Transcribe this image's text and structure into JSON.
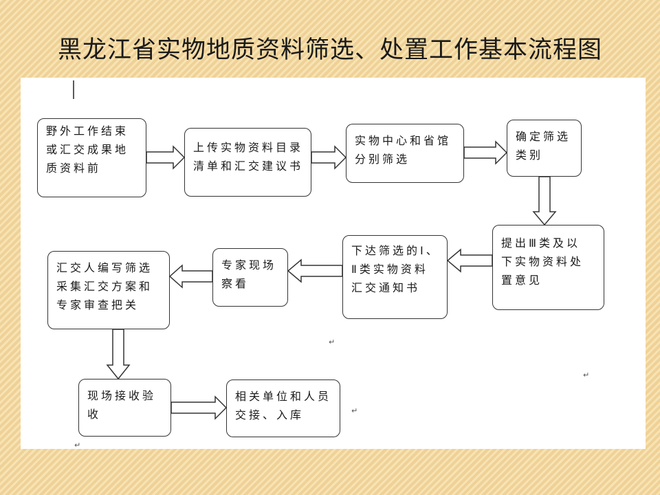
{
  "title": "黑龙江省实物地质资料筛选、处置工作基本流程图",
  "return_mark": "↵",
  "steps": [
    {
      "id": "s1",
      "lines": [
        "野外工作结束",
        "或汇交成果地",
        "质资料前"
      ]
    },
    {
      "id": "s2",
      "lines": [
        "上传实物资料目录",
        "清单和汇交建议书"
      ]
    },
    {
      "id": "s3",
      "lines": [
        "实物中心和省馆",
        "分别筛选"
      ]
    },
    {
      "id": "s4",
      "lines": [
        "确定筛选",
        "类别"
      ]
    },
    {
      "id": "s5",
      "lines": [
        "提出Ⅲ类及以",
        "下实物资料处",
        "置意见"
      ]
    },
    {
      "id": "s6",
      "lines": [
        "下达筛选的Ⅰ、",
        "Ⅱ类实物资料",
        "汇交通知书"
      ]
    },
    {
      "id": "s7",
      "lines": [
        "专家现场",
        "察看"
      ]
    },
    {
      "id": "s8",
      "lines": [
        "汇交人编写筛选",
        "采集汇交方案和",
        "专家审查把关"
      ]
    },
    {
      "id": "s9",
      "lines": [
        "现场接收验",
        "收"
      ]
    },
    {
      "id": "s10",
      "lines": [
        "相关单位和人员",
        "交接、入库"
      ]
    }
  ]
}
